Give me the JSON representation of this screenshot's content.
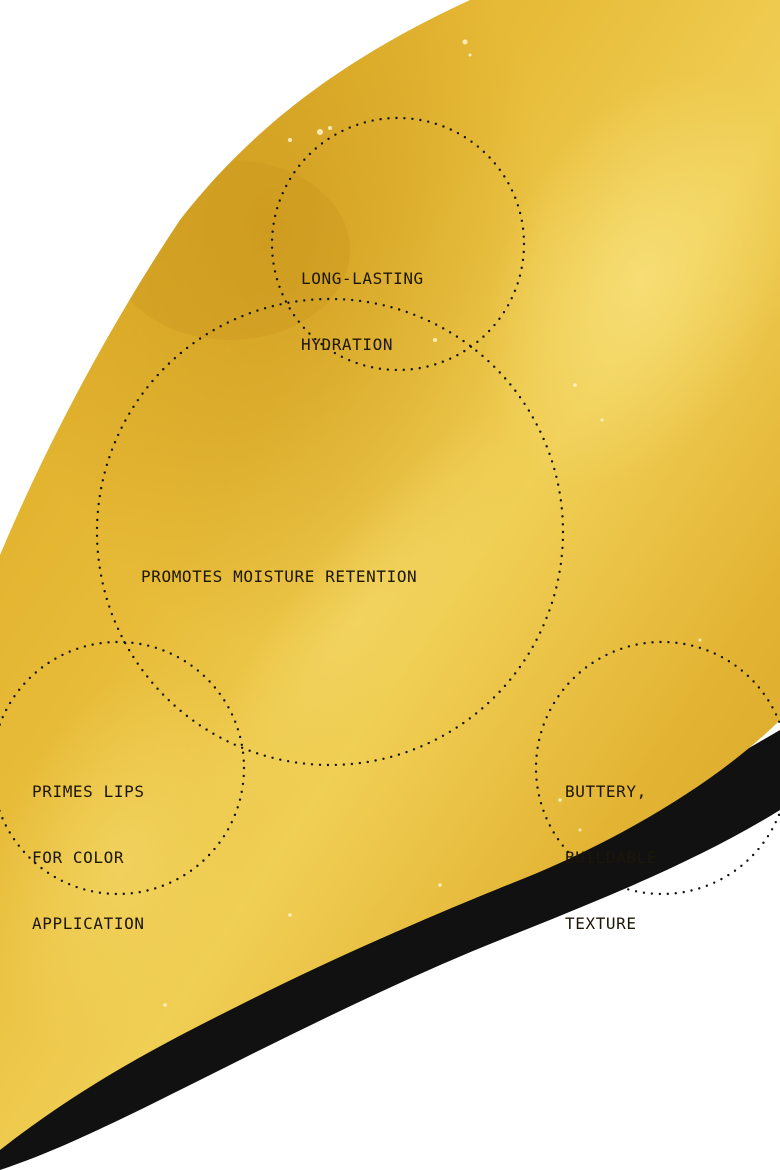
{
  "colors": {
    "balm_base": "#e2b334",
    "balm_highlight": "#f1d25a",
    "balm_shadow": "#c48f16",
    "cast_shadow": "#111111",
    "background": "#ffffff",
    "dots": "#111111"
  },
  "callouts": {
    "hydration": {
      "lines": [
        "LONG-LASTING",
        "HYDRATION"
      ]
    },
    "moisture": {
      "lines": [
        "PROMOTES MOISTURE RETENTION"
      ]
    },
    "primes": {
      "lines": [
        "PRIMES LIPS",
        "FOR COLOR",
        "APPLICATION"
      ]
    },
    "texture": {
      "lines": [
        "BUTTERY,",
        "BUILDABLE",
        "TEXTURE"
      ]
    }
  }
}
